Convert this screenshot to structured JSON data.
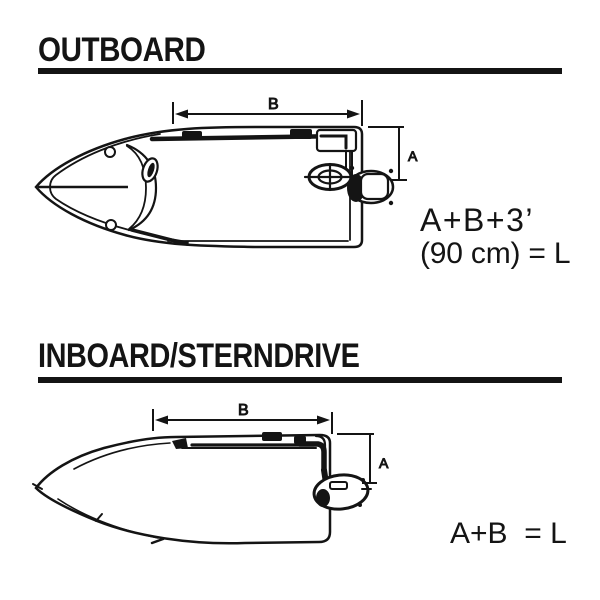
{
  "colors": {
    "ink": "#141414",
    "background": "#ffffff"
  },
  "outboard": {
    "title": "OUTBOARD",
    "dim_length_label": "B",
    "dim_height_label": "A",
    "formula_line1": "A+B+3’",
    "formula_line2": "(90 cm) = L"
  },
  "inboard": {
    "title": "INBOARD/STERNDRIVE",
    "dim_length_label": "B",
    "dim_height_label": "A",
    "formula_line1": "A+B  = L"
  }
}
